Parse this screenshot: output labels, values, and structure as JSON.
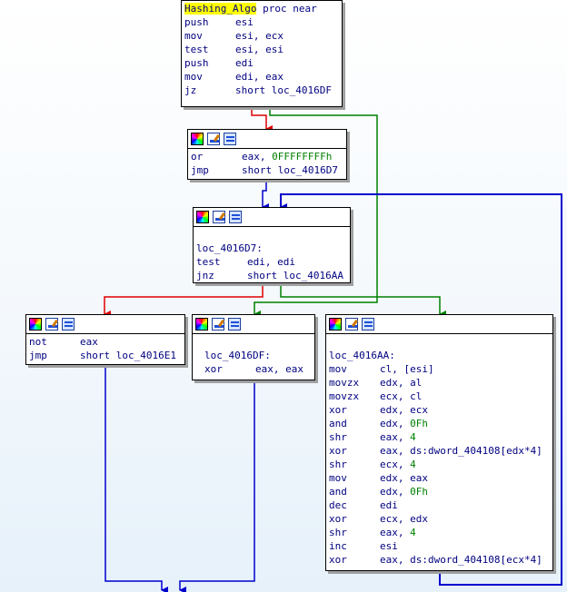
{
  "function": {
    "name": "Hashing_Algo",
    "decl": "proc near"
  },
  "blocks": {
    "entry": {
      "lines": [
        {
          "mn": "push",
          "op": "esi"
        },
        {
          "mn": "mov",
          "op": "esi, ecx"
        },
        {
          "mn": "test",
          "op": "esi, esi"
        },
        {
          "mn": "push",
          "op": "edi"
        },
        {
          "mn": "mov",
          "op": "edi, eax"
        },
        {
          "mn": "jz",
          "op": "short loc_4016DF"
        }
      ]
    },
    "b1": {
      "lines": [
        {
          "mn": "or",
          "op_pre": "eax, ",
          "op_num": "0FFFFFFFFh"
        },
        {
          "mn": "jmp",
          "op": "short loc_4016D7"
        }
      ]
    },
    "b2": {
      "label": "loc_4016D7:",
      "lines": [
        {
          "mn": "test",
          "op": "edi, edi"
        },
        {
          "mn": "jnz",
          "op": "short loc_4016AA"
        }
      ]
    },
    "b3": {
      "lines": [
        {
          "mn": "not",
          "op": "eax"
        },
        {
          "mn": "jmp",
          "op": "short loc_4016E1"
        }
      ]
    },
    "b4": {
      "label": "loc_4016DF:",
      "lines": [
        {
          "mn": "xor",
          "op": "eax, eax"
        }
      ]
    },
    "b5": {
      "label": "loc_4016AA:",
      "lines": [
        {
          "mn": "mov",
          "op": "cl, [esi]"
        },
        {
          "mn": "movzx",
          "op": "edx, al"
        },
        {
          "mn": "movzx",
          "op": "ecx, cl"
        },
        {
          "mn": "xor",
          "op": "edx, ecx"
        },
        {
          "mn": "and",
          "op_pre": "edx, ",
          "op_num": "0Fh"
        },
        {
          "mn": "shr",
          "op_pre": "eax, ",
          "op_num": "4"
        },
        {
          "mn": "xor",
          "op": "eax, ds:dword_404108[edx*4]"
        },
        {
          "mn": "shr",
          "op_pre": "ecx, ",
          "op_num": "4"
        },
        {
          "mn": "mov",
          "op": "edx, eax"
        },
        {
          "mn": "and",
          "op_pre": "edx, ",
          "op_num": "0Fh"
        },
        {
          "mn": "dec",
          "op": "edi"
        },
        {
          "mn": "xor",
          "op": "ecx, edx"
        },
        {
          "mn": "shr",
          "op_pre": "eax, ",
          "op_num": "4"
        },
        {
          "mn": "inc",
          "op": "esi"
        },
        {
          "mn": "xor",
          "op": "eax, ds:dword_404108[ecx*4]"
        }
      ]
    }
  },
  "colors": {
    "true_branch": "#008000",
    "false_branch": "#e00000",
    "unconditional": "#0000cc",
    "mnemonic_text": "#000080",
    "immediate_text": "#008000",
    "highlight": "#ffff00"
  },
  "header_icons": [
    "color-palette-icon",
    "edit-node-icon",
    "node-options-icon"
  ]
}
